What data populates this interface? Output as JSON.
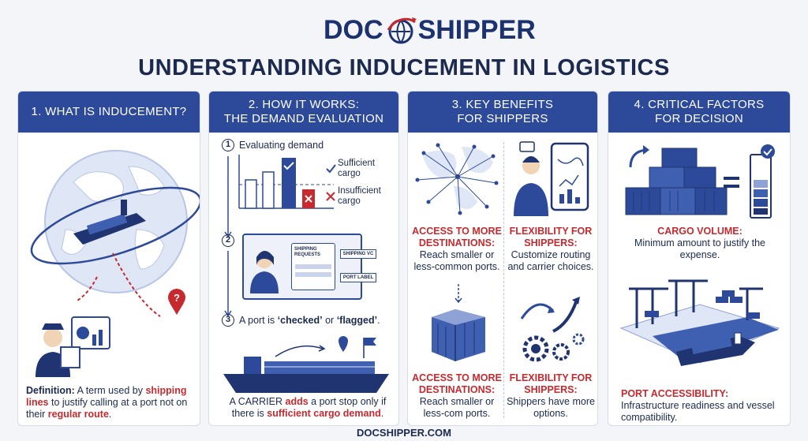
{
  "logo": {
    "left": "DOC",
    "right": "SHIPPER"
  },
  "title": "UNDERSTANDING INDUCEMENT IN LOGISTICS",
  "panels": [
    {
      "head1": "1. WHAT IS INDUCEMENT?",
      "head2": ""
    },
    {
      "head1": "2. HOW IT WORKS:",
      "head2": "THE DEMAND EVALUATION"
    },
    {
      "head1": "3. KEY BENEFITS",
      "head2": "FOR SHIPPERS"
    },
    {
      "head1": "4. CRITICAL FACTORS",
      "head2": "FOR DECISION"
    }
  ],
  "p1": {
    "def_label": "Definition:",
    "def_1": " A term used by ",
    "def_red1": "shipping lines",
    "def_2": " to justify calling at a port not on their ",
    "def_red2": "regular route",
    "def_3": "."
  },
  "p2": {
    "step1": "1",
    "step1_label": "Evaluating demand",
    "sufficient": "Sufficient cargo",
    "insufficient": "Insufficient cargo",
    "step2": "2",
    "screen_req": "SHIPPING REQUESTS",
    "screen_tag1": "SHIPPING VC",
    "screen_tag2": "PORT LABEL",
    "step3": "3",
    "step3_a": "A port is ",
    "step3_b": "‘checked’",
    "step3_c": " or ",
    "step3_d": "‘flagged’",
    "step3_e": ".",
    "bottom_a": "A CARRIER ",
    "bottom_b": "adds",
    "bottom_c": " a port stop only if there is ",
    "bottom_d": "sufficient cargo demand",
    "bottom_e": "."
  },
  "p3": {
    "b1_title": "ACCESS TO MORE DESTINATIONS:",
    "b1_text": "Reach smaller or less-common ports.",
    "b2_title": "FLEXIBILITY FOR SHIPPERS:",
    "b2_text": "Customize routing and carrier choices.",
    "b3_title": "ACCESS TO MORE DESTINATIONS:",
    "b3_text": "Reach smaller or less-com ports.",
    "b4_title": "FLEXIBILITY FOR SHIPPERS:",
    "b4_text": "Shippers have more options."
  },
  "p4": {
    "f1_title": "CARGO VOLUME:",
    "f1_text": "Minimum amount to justify the expense.",
    "f2_title": "PORT ACCESSIBILITY:",
    "f2_text": "Infrastructure readiness and vessel compatibility."
  },
  "footer": "DOCSHIPPER.COM",
  "colors": {
    "navy": "#2d4a9a",
    "red": "#c62a2f",
    "dark": "#1b2a4e"
  }
}
